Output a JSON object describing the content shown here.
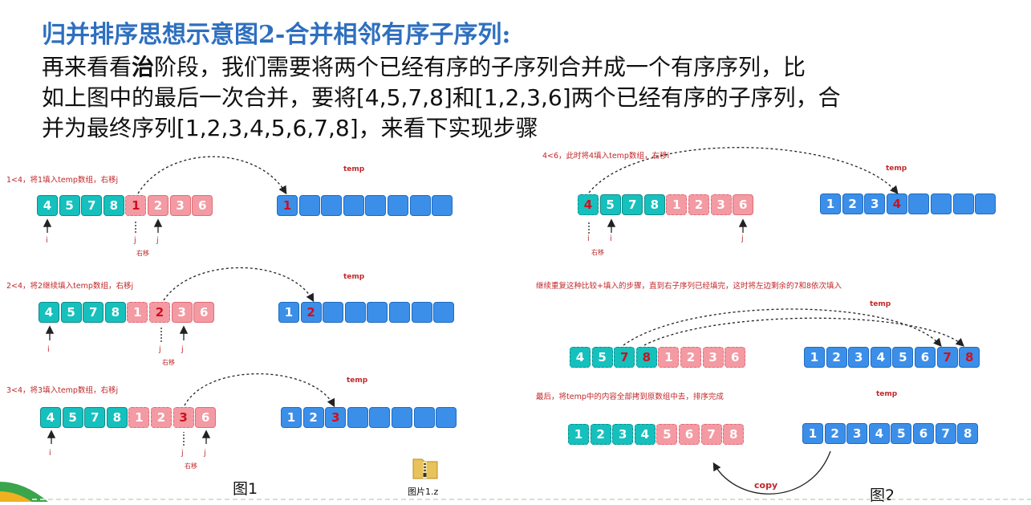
{
  "title": "归并排序思想示意图2-合并相邻有序子序列:",
  "body": {
    "line1_pre": "再来看看",
    "line1_bold": "治",
    "line1_post": "阶段，我们需要将两个已经有序的子序列合并成一个有序序列，比",
    "line2": "如上图中的最后一次合并，要将[4,5,7,8]和[1,2,3,6]两个已经有序的子序列，合",
    "line3": "并为最终序列[1,2,3,4,5,6,7,8]，来看下实现步骤"
  },
  "fig1": {
    "label": "图1",
    "steps": [
      {
        "note": "1<4，将1填入temp数组，右移j",
        "temp_label": "temp",
        "left": [
          "4",
          "5",
          "7",
          "8"
        ],
        "right": [
          "1",
          "2",
          "3",
          "6"
        ],
        "temp": [
          "1"
        ],
        "i_label": "i",
        "j_labels": [
          "j",
          "j"
        ],
        "shift": "右移"
      },
      {
        "note": "2<4，将2继续填入temp数组，右移j",
        "temp_label": "temp",
        "left": [
          "4",
          "5",
          "7",
          "8"
        ],
        "right": [
          "1",
          "2",
          "3",
          "6"
        ],
        "temp": [
          "1",
          "2"
        ],
        "i_label": "i",
        "j_labels": [
          "j",
          "j"
        ],
        "shift": "右移"
      },
      {
        "note": "3<4，将3填入temp数组，右移j",
        "temp_label": "temp",
        "left": [
          "4",
          "5",
          "7",
          "8"
        ],
        "right": [
          "1",
          "2",
          "3",
          "6"
        ],
        "temp": [
          "1",
          "2",
          "3"
        ],
        "i_label": "i",
        "j_labels": [
          "j",
          "j"
        ],
        "shift": "右移"
      }
    ]
  },
  "fig2": {
    "label": "图2",
    "step1": {
      "note": "4<6，此时将4填入temp数组，右移i",
      "temp_label": "temp",
      "left": [
        "4",
        "5",
        "7",
        "8"
      ],
      "right": [
        "1",
        "2",
        "3",
        "6"
      ],
      "temp": [
        "1",
        "2",
        "3",
        "4"
      ],
      "i_labels": [
        "i",
        "i"
      ],
      "j_label": "j",
      "shift": "右移"
    },
    "step2": {
      "note": "继续重复这种比较+填入的步骤，直到右子序列已经填完，这时将左边剩余的7和8依次填入",
      "temp_label": "temp",
      "left": [
        "4",
        "5",
        "7",
        "8"
      ],
      "right": [
        "1",
        "2",
        "3",
        "6"
      ],
      "temp": [
        "1",
        "2",
        "3",
        "4",
        "5",
        "6",
        "7",
        "8"
      ]
    },
    "step3": {
      "note": "最后，将temp中的内容全部拷到原数组中去，排序完成",
      "temp_label": "temp",
      "result": [
        "1",
        "2",
        "3",
        "4",
        "5",
        "6",
        "7",
        "8"
      ],
      "temp": [
        "1",
        "2",
        "3",
        "4",
        "5",
        "6",
        "7",
        "8"
      ],
      "copy_label": "copy"
    }
  },
  "file_icon": {
    "label": "图片1.z",
    "icon": "zip-folder-icon"
  }
}
